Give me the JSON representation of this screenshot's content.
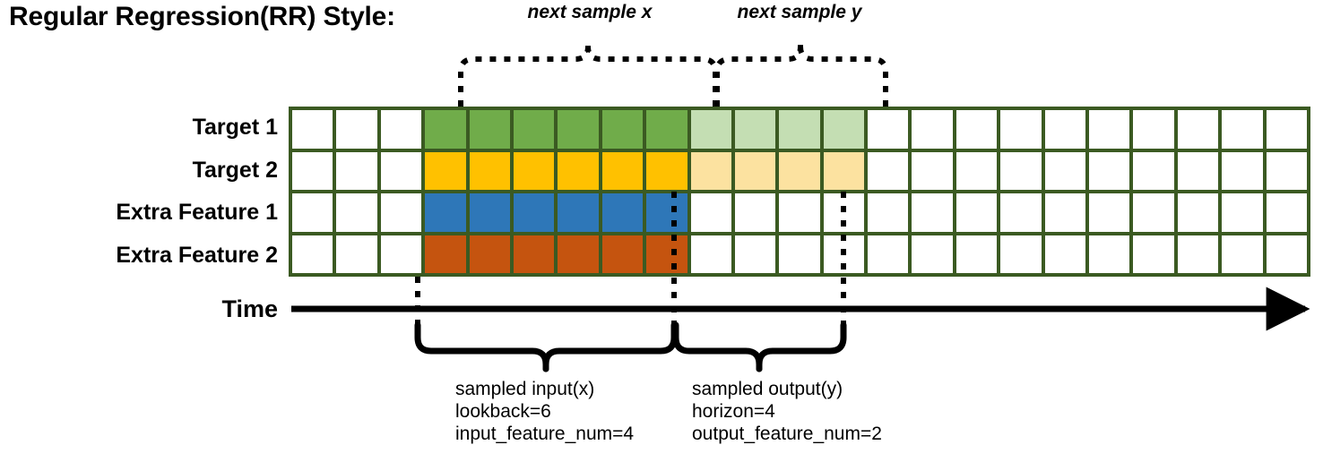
{
  "title": "Regular Regression(RR) Style:",
  "axis": {
    "time_label": "Time",
    "arrow_icon": "right-arrow-icon"
  },
  "rows": [
    {
      "label": "Target 1",
      "key": "target1",
      "input_color": "#70AC4A",
      "output_color": "#C4DEB3",
      "has_output": true
    },
    {
      "label": "Target 2",
      "key": "target2",
      "input_color": "#FFC100",
      "output_color": "#FCE2A0",
      "has_output": true
    },
    {
      "label": "Extra Feature 1",
      "key": "feature1",
      "input_color": "#2E77B8",
      "output_color": "#FFFFFF",
      "has_output": false
    },
    {
      "label": "Extra Feature 2",
      "key": "feature2",
      "input_color": "#C5540F",
      "output_color": "#FFFFFF",
      "has_output": false
    }
  ],
  "grid": {
    "total_columns": 23,
    "total_rows": 4,
    "leading_blank_columns": 3,
    "input_columns": 6,
    "output_columns": 4,
    "trailing_blank_columns": 10,
    "border_color": "#3B5A22",
    "empty_cell_color": "#FFFFFF"
  },
  "top_braces": [
    {
      "key": "next_sample_x",
      "label": "next sample x"
    },
    {
      "key": "next_sample_y",
      "label": "next sample y"
    }
  ],
  "bottom_braces": [
    {
      "key": "sampled_input",
      "lines": [
        "sampled input(x)",
        "lookback=6",
        "input_feature_num=4"
      ]
    },
    {
      "key": "sampled_output",
      "lines": [
        "sampled output(y)",
        "horizon=4",
        "output_feature_num=2"
      ]
    }
  ],
  "chart_data": {
    "type": "heatmap",
    "title": "Regular Regression(RR) Style:",
    "xlabel": "Time",
    "ylabel": "",
    "categories": [
      "Target 1",
      "Target 2",
      "Extra Feature 1",
      "Extra Feature 2"
    ],
    "x": [
      1,
      2,
      3,
      4,
      5,
      6,
      7,
      8,
      9,
      10,
      11,
      12,
      13,
      14,
      15,
      16,
      17,
      18,
      19,
      20,
      21,
      22,
      23
    ],
    "series": [
      {
        "name": "Target 1",
        "values": [
          "empty",
          "empty",
          "empty",
          "input",
          "input",
          "input",
          "input",
          "input",
          "input",
          "output",
          "output",
          "output",
          "output",
          "empty",
          "empty",
          "empty",
          "empty",
          "empty",
          "empty",
          "empty",
          "empty",
          "empty",
          "empty"
        ]
      },
      {
        "name": "Target 2",
        "values": [
          "empty",
          "empty",
          "empty",
          "input",
          "input",
          "input",
          "input",
          "input",
          "input",
          "output",
          "output",
          "output",
          "output",
          "empty",
          "empty",
          "empty",
          "empty",
          "empty",
          "empty",
          "empty",
          "empty",
          "empty",
          "empty"
        ]
      },
      {
        "name": "Extra Feature 1",
        "values": [
          "empty",
          "empty",
          "empty",
          "input",
          "input",
          "input",
          "input",
          "input",
          "input",
          "empty",
          "empty",
          "empty",
          "empty",
          "empty",
          "empty",
          "empty",
          "empty",
          "empty",
          "empty",
          "empty",
          "empty",
          "empty",
          "empty"
        ]
      },
      {
        "name": "Extra Feature 2",
        "values": [
          "empty",
          "empty",
          "empty",
          "input",
          "input",
          "input",
          "input",
          "input",
          "input",
          "empty",
          "empty",
          "empty",
          "empty",
          "empty",
          "empty",
          "empty",
          "empty",
          "empty",
          "empty",
          "empty",
          "empty",
          "empty",
          "empty"
        ]
      }
    ],
    "annotations": [
      "next sample x",
      "next sample y",
      "sampled input(x)",
      "lookback=6",
      "input_feature_num=4",
      "sampled output(y)",
      "horizon=4",
      "output_feature_num=2"
    ],
    "grid": true,
    "legend": "none"
  }
}
